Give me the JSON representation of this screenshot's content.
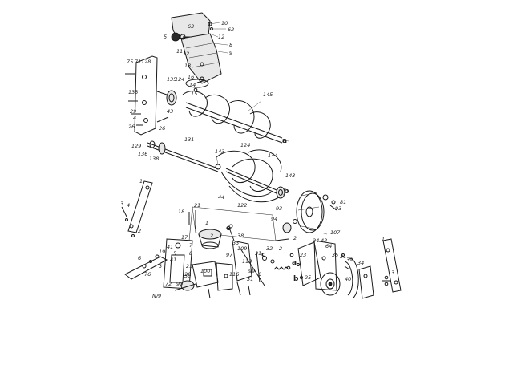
{
  "diagram": {
    "labels": [
      {
        "id": "l10",
        "text": "10"
      },
      {
        "id": "l62",
        "text": "62"
      },
      {
        "id": "l63",
        "text": "63"
      },
      {
        "id": "l5",
        "text": "5"
      },
      {
        "id": "l12a",
        "text": "12"
      },
      {
        "id": "l8",
        "text": "8"
      },
      {
        "id": "l11",
        "text": "11"
      },
      {
        "id": "l12b",
        "text": "12"
      },
      {
        "id": "l9",
        "text": "9"
      },
      {
        "id": "l75",
        "text": "75"
      },
      {
        "id": "l71",
        "text": "71"
      },
      {
        "id": "l128",
        "text": "128"
      },
      {
        "id": "l13",
        "text": "13"
      },
      {
        "id": "l16",
        "text": "16"
      },
      {
        "id": "l14",
        "text": "14"
      },
      {
        "id": "l15",
        "text": "15"
      },
      {
        "id": "l145",
        "text": "145"
      },
      {
        "id": "l135",
        "text": "135"
      },
      {
        "id": "l124a",
        "text": "124"
      },
      {
        "id": "l133",
        "text": "133"
      },
      {
        "id": "l43",
        "text": "43"
      },
      {
        "id": "l29",
        "text": "29"
      },
      {
        "id": "l4a",
        "text": "4"
      },
      {
        "id": "l26a",
        "text": "26"
      },
      {
        "id": "l26b",
        "text": "26"
      },
      {
        "id": "la",
        "text": "a"
      },
      {
        "id": "l129",
        "text": "129"
      },
      {
        "id": "l131",
        "text": "131"
      },
      {
        "id": "l136",
        "text": "136"
      },
      {
        "id": "l138",
        "text": "138"
      },
      {
        "id": "l143a",
        "text": "143"
      },
      {
        "id": "l124b",
        "text": "124"
      },
      {
        "id": "l144",
        "text": "144"
      },
      {
        "id": "l143b",
        "text": "143"
      },
      {
        "id": "lb1",
        "text": "b"
      },
      {
        "id": "l1a",
        "text": "1"
      },
      {
        "id": "l122",
        "text": "122"
      },
      {
        "id": "l44",
        "text": "44"
      },
      {
        "id": "l81",
        "text": "81"
      },
      {
        "id": "l93a",
        "text": "93"
      },
      {
        "id": "l3a",
        "text": "3"
      },
      {
        "id": "l4b",
        "text": "4"
      },
      {
        "id": "l18",
        "text": "18"
      },
      {
        "id": "l21",
        "text": "21"
      },
      {
        "id": "l1b",
        "text": "1"
      },
      {
        "id": "le",
        "text": "e"
      },
      {
        "id": "l38",
        "text": "38"
      },
      {
        "id": "l93b",
        "text": "93"
      },
      {
        "id": "l94",
        "text": "94"
      },
      {
        "id": "l107",
        "text": "107"
      },
      {
        "id": "l17",
        "text": "17"
      },
      {
        "id": "l2a",
        "text": "2"
      },
      {
        "id": "l33",
        "text": "33"
      },
      {
        "id": "l109",
        "text": "109"
      },
      {
        "id": "l41a",
        "text": "41"
      },
      {
        "id": "l19",
        "text": "19"
      },
      {
        "id": "l6a",
        "text": "6"
      },
      {
        "id": "lc",
        "text": "c"
      },
      {
        "id": "l32",
        "text": "32"
      },
      {
        "id": "l31a",
        "text": "31"
      },
      {
        "id": "l2b",
        "text": "2"
      },
      {
        "id": "l24",
        "text": "24"
      },
      {
        "id": "l42",
        "text": "42"
      },
      {
        "id": "l64",
        "text": "64"
      },
      {
        "id": "l1c",
        "text": "1"
      },
      {
        "id": "l3b",
        "text": "3"
      },
      {
        "id": "l8b",
        "text": "8"
      },
      {
        "id": "l21b",
        "text": "21"
      },
      {
        "id": "l100",
        "text": "100"
      },
      {
        "id": "l97",
        "text": "97"
      },
      {
        "id": "l30",
        "text": "30"
      },
      {
        "id": "l23",
        "text": "23"
      },
      {
        "id": "l31b",
        "text": "31"
      },
      {
        "id": "l35",
        "text": "35"
      },
      {
        "id": "l39",
        "text": "39"
      },
      {
        "id": "l34",
        "text": "34"
      },
      {
        "id": "l40",
        "text": "40"
      },
      {
        "id": "l25",
        "text": "25"
      },
      {
        "id": "l3c",
        "text": "3"
      },
      {
        "id": "l76",
        "text": "76"
      },
      {
        "id": "l20",
        "text": "20"
      },
      {
        "id": "l72",
        "text": "72"
      },
      {
        "id": "l90",
        "text": "90"
      },
      {
        "id": "la2",
        "text": "a"
      },
      {
        "id": "lb2",
        "text": "b"
      },
      {
        "id": "l2c",
        "text": "2"
      },
      {
        "id": "l31c",
        "text": "31"
      },
      {
        "id": "l6b",
        "text": "6"
      },
      {
        "id": "l99",
        "text": "99"
      },
      {
        "id": "l5b",
        "text": "5"
      },
      {
        "id": "l41b",
        "text": "41"
      },
      {
        "id": "l7",
        "text": "7"
      },
      {
        "id": "l116",
        "text": "116"
      },
      {
        "id": "l113",
        "text": "113"
      },
      {
        "id": "l2d",
        "text": "2"
      }
    ],
    "margin_code": "N/9"
  }
}
